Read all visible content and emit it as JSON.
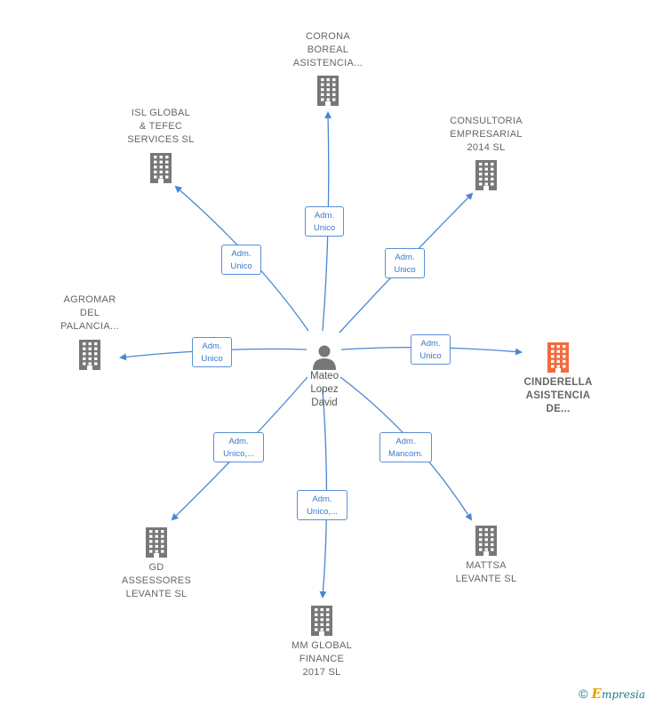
{
  "center_person": {
    "name": "Mateo\nLopez\nDavid",
    "icon": "person-icon"
  },
  "companies": [
    {
      "id": "corona",
      "name": "CORONA\nBOREAL\nASISTENCIA...",
      "role": "Adm.\nUnico",
      "icon": "building-icon"
    },
    {
      "id": "isl",
      "name": "ISL GLOBAL\n& TEFEC\nSERVICES  SL",
      "role": "Adm.\nUnico",
      "icon": "building-icon"
    },
    {
      "id": "consultoria",
      "name": "CONSULTORIA\nEMPRESARIAL\n2014  SL",
      "role": "Adm.\nUnico",
      "icon": "building-icon"
    },
    {
      "id": "agromar",
      "name": "AGROMAR\nDEL\nPALANCIA...",
      "role": "Adm.\nUnico",
      "icon": "building-icon"
    },
    {
      "id": "cinderella",
      "name": "CINDERELLA\nASISTENCIA\nDE...",
      "role": "Adm.\nUnico",
      "icon": "building-icon",
      "highlight": true
    },
    {
      "id": "gd",
      "name": "GD\nASSESSORES\nLEVANTE  SL",
      "role": "Adm.\nUnico,...",
      "icon": "building-icon"
    },
    {
      "id": "mattsa",
      "name": "MATTSA\nLEVANTE  SL",
      "role": "Adm.\nMancom.",
      "icon": "building-icon"
    },
    {
      "id": "mmglobal",
      "name": "MM GLOBAL\nFINANCE\n2017  SL",
      "role": "Adm.\nUnico,...",
      "icon": "building-icon"
    }
  ],
  "colors": {
    "edge": "#4a86d4",
    "building": "#777777",
    "highlight": "#f26a3d",
    "person": "#777777"
  },
  "footer": {
    "copyright": "©",
    "brand_initial": "E",
    "brand_rest": "mpresia"
  }
}
